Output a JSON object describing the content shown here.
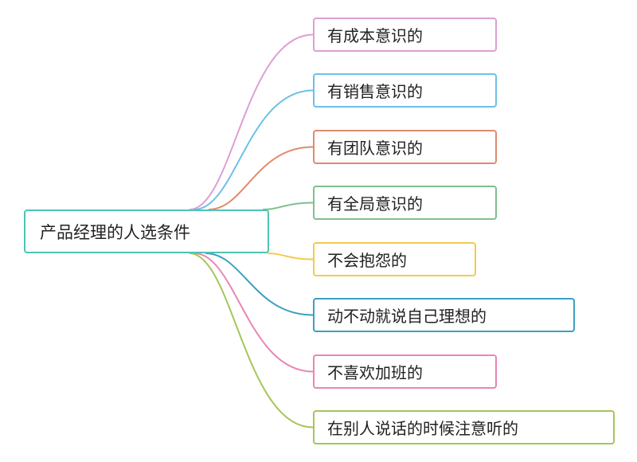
{
  "root": {
    "label": "产品经理的人选条件",
    "color": "#4fc3b5"
  },
  "branches": [
    {
      "label": "有成本意识的",
      "color": "#dca0d3"
    },
    {
      "label": "有销售意识的",
      "color": "#6cc0e8"
    },
    {
      "label": "有团队意识的",
      "color": "#e08a6e"
    },
    {
      "label": "有全局意识的",
      "color": "#7fbf8e"
    },
    {
      "label": "不会抱怨的",
      "color": "#f5c94f"
    },
    {
      "label": "动不动就说自己理想的",
      "color": "#3a9fc0"
    },
    {
      "label": "不喜欢加班的",
      "color": "#e886b4"
    },
    {
      "label": "在别人说话的时候注意听的",
      "color": "#a4c65a"
    }
  ]
}
